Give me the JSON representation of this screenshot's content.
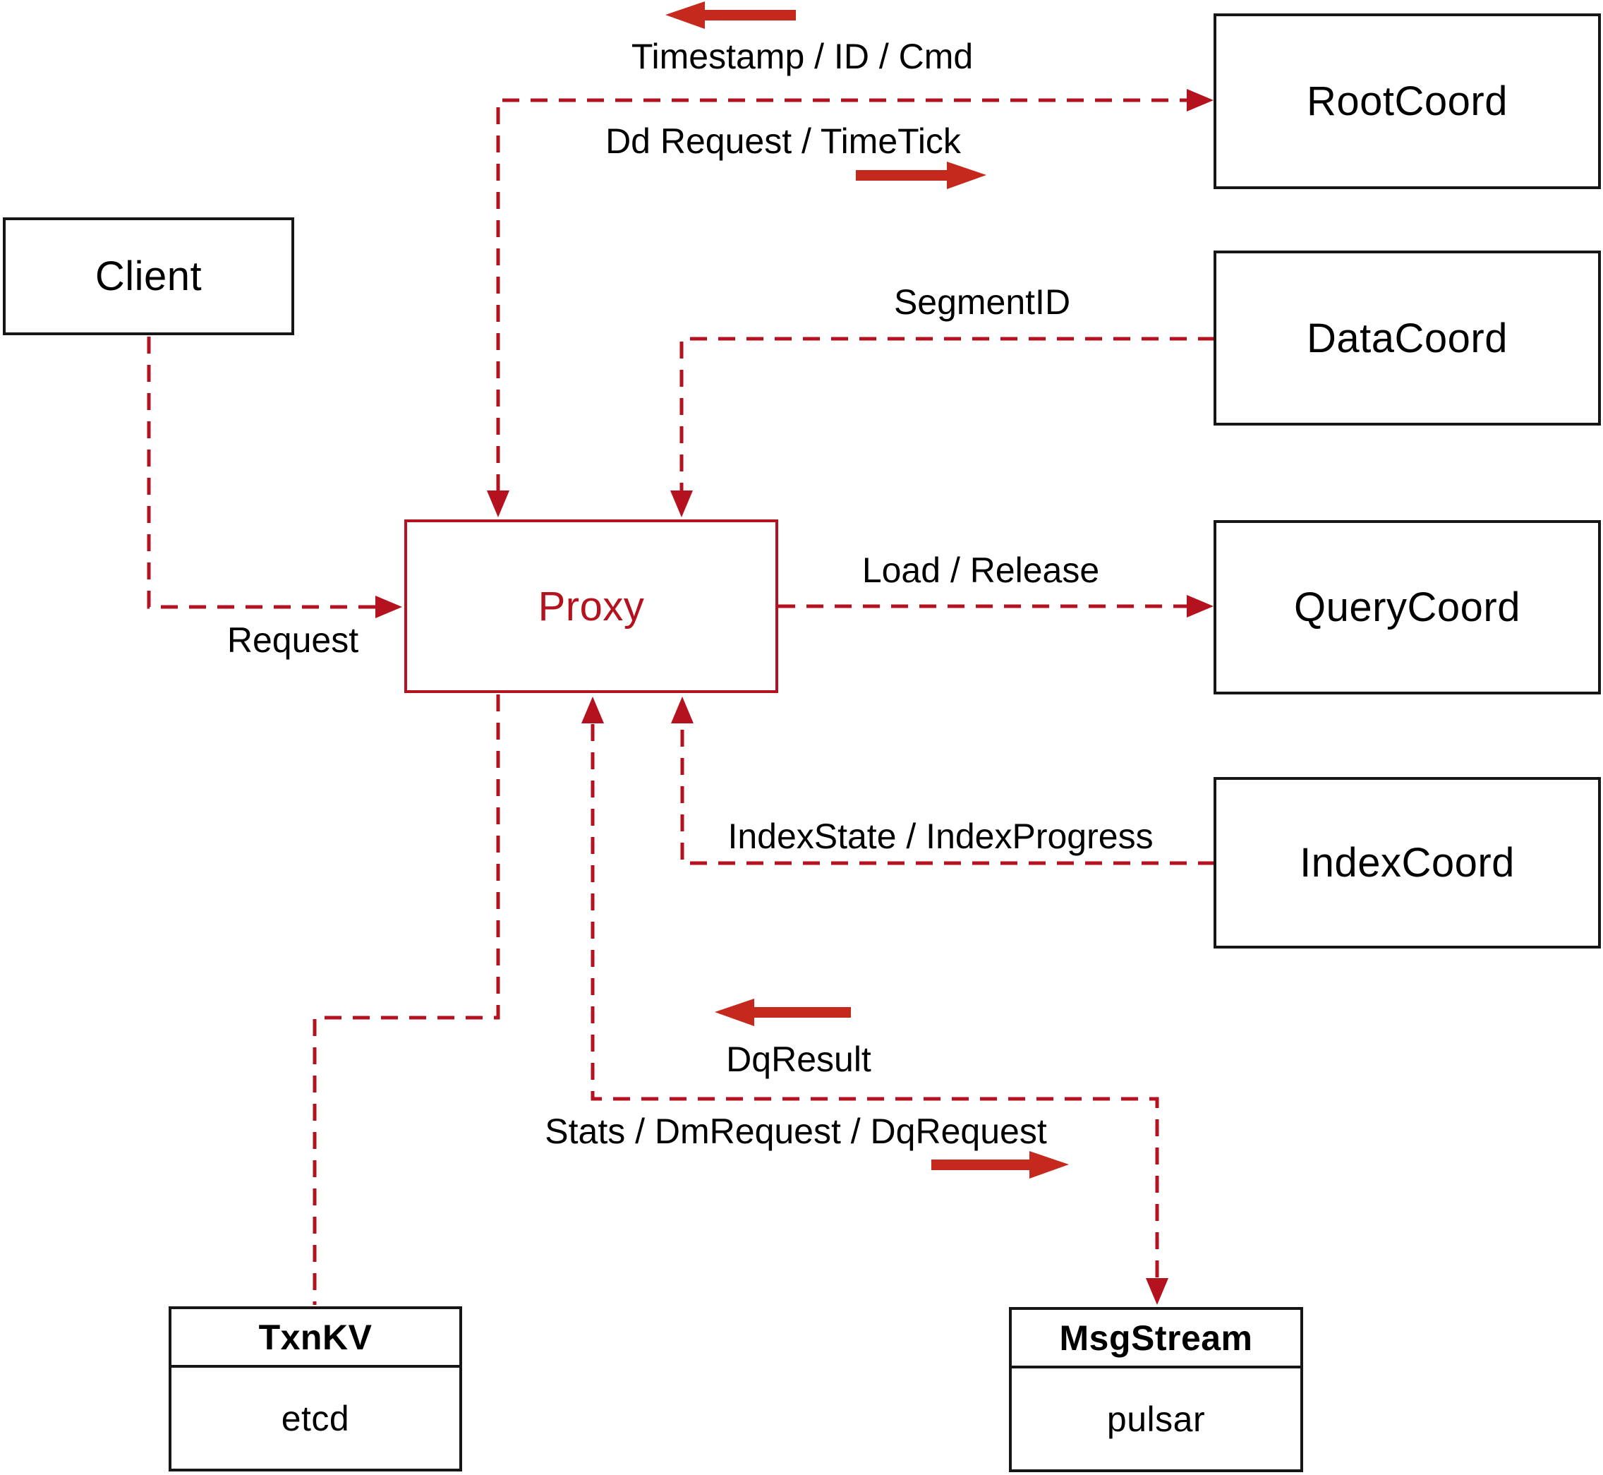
{
  "nodes": {
    "client": {
      "label": "Client"
    },
    "proxy": {
      "label": "Proxy"
    },
    "root_coord": {
      "label": "RootCoord"
    },
    "data_coord": {
      "label": "DataCoord"
    },
    "query_coord": {
      "label": "QueryCoord"
    },
    "index_coord": {
      "label": "IndexCoord"
    },
    "txn_kv": {
      "title": "TxnKV",
      "impl": "etcd"
    },
    "msg_stream": {
      "title": "MsgStream",
      "impl": "pulsar"
    }
  },
  "edges": {
    "root_coord_response_label": "Timestamp / ID / Cmd",
    "root_coord_request_label": "Dd Request / TimeTick",
    "data_coord_label": "SegmentID",
    "query_coord_label": "Load / Release",
    "index_coord_label": "IndexState / IndexProgress",
    "client_request_label": "Request",
    "msg_stream_response_label": "DqResult",
    "msg_stream_request_label": "Stats / DmRequest / DqRequest"
  },
  "colors": {
    "dashed_line_crimson": "#b5121f",
    "direction_arrow_red": "#c5281c",
    "box_border_black": "#161616"
  }
}
